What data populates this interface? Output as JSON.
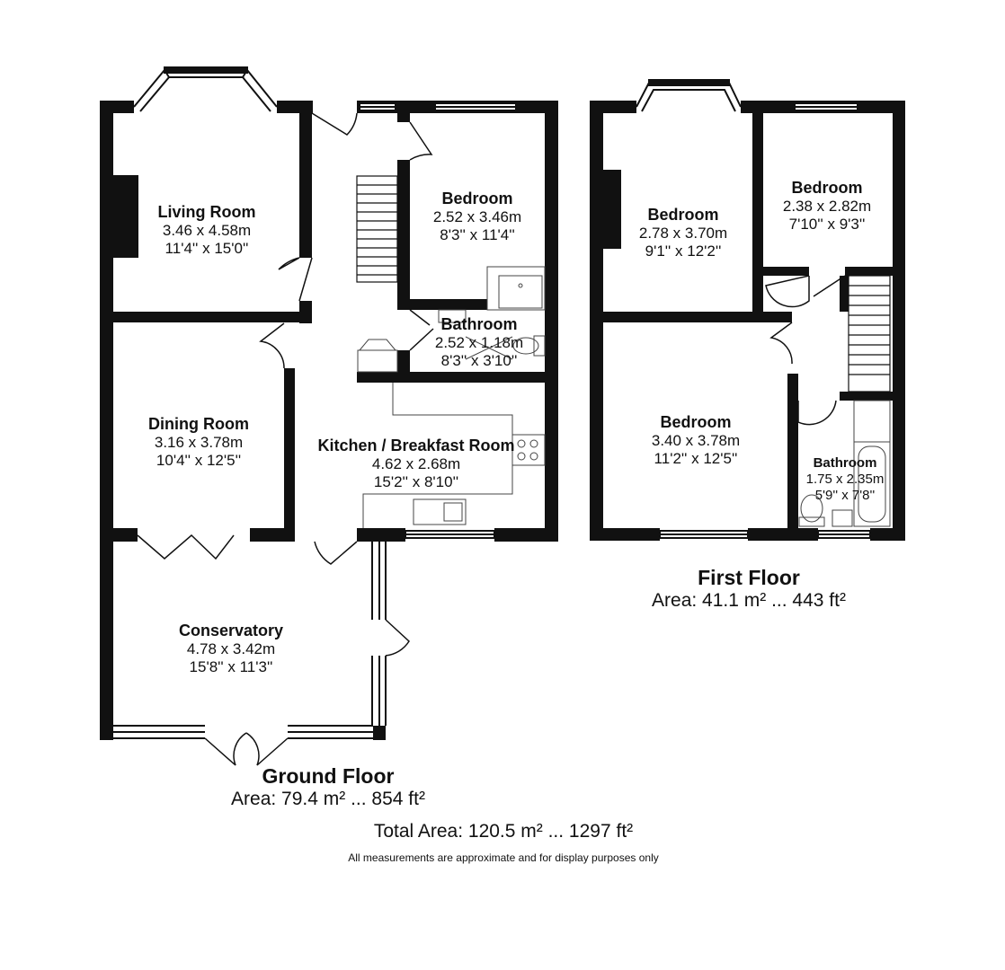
{
  "ground_floor": {
    "title": "Ground Floor",
    "area": "Area: 79.4 m² ... 854 ft²",
    "rooms": [
      {
        "name": "Living Room",
        "metric": "3.46 x 4.58m",
        "imperial": "11'4'' x 15'0''"
      },
      {
        "name": "Bedroom",
        "metric": "2.52 x 3.46m",
        "imperial": "8'3'' x 11'4''"
      },
      {
        "name": "Bathroom",
        "metric": "2.52 x 1.18m",
        "imperial": "8'3'' x 3'10''"
      },
      {
        "name": "Dining Room",
        "metric": "3.16 x 3.78m",
        "imperial": "10'4'' x 12'5''"
      },
      {
        "name": "Kitchen / Breakfast Room",
        "metric": "4.62 x 2.68m",
        "imperial": "15'2'' x 8'10''"
      },
      {
        "name": "Conservatory",
        "metric": "4.78 x 3.42m",
        "imperial": "15'8'' x 11'3''"
      }
    ]
  },
  "first_floor": {
    "title": "First Floor",
    "area": "Area: 41.1 m² ... 443 ft²",
    "rooms": [
      {
        "name": "Bedroom",
        "metric": "2.78 x 3.70m",
        "imperial": "9'1'' x 12'2''"
      },
      {
        "name": "Bedroom",
        "metric": "2.38 x 2.82m",
        "imperial": "7'10'' x 9'3''"
      },
      {
        "name": "Bedroom",
        "metric": "3.40 x 3.78m",
        "imperial": "11'2'' x 12'5''"
      },
      {
        "name": "Bathroom",
        "metric": "1.75 x 2.35m",
        "imperial": "5'9'' x 7'8''"
      }
    ]
  },
  "total_area": "Total Area: 120.5 m² ... 1297 ft²",
  "disclaimer": "All measurements are approximate and for display purposes only",
  "colors": {
    "wall": "#111111",
    "background": "#ffffff",
    "fixture": "#555555"
  }
}
